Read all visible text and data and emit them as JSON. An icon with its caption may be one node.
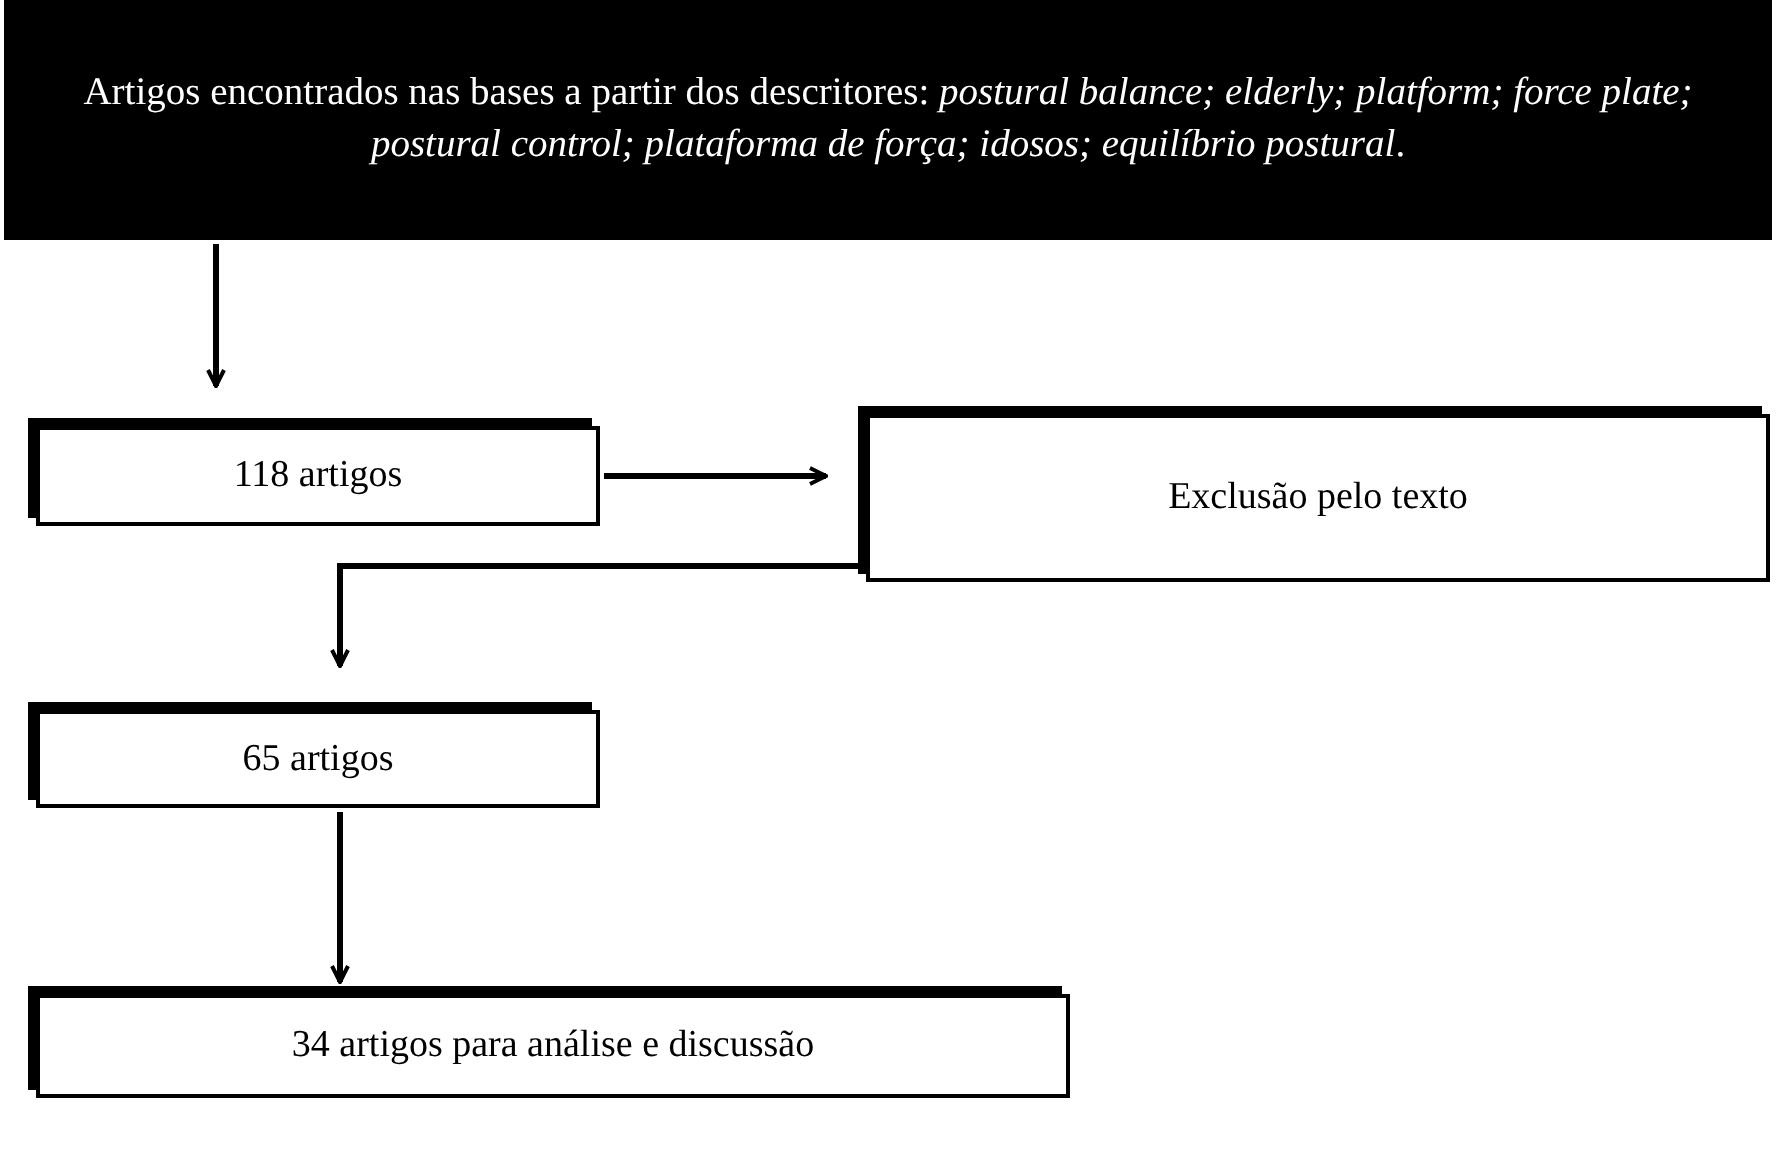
{
  "diagram": {
    "nodes": [
      {
        "text": [
          "Artigos encontrados nas bases a partir dos descritores: *postural balance; elderly; platform; force plate; postural control; plataforma de força; idosos; equilíbrio postural*."
        ]
      },
      {
        "text": [
          "118 artigos"
        ]
      },
      {
        "text": [
          "Exclusão pelo texto"
        ]
      },
      {
        "text": [
          "65 artigos"
        ]
      },
      {
        "text": [
          "34 artigos para análise e discussão"
        ]
      }
    ],
    "edges": [
      {
        "from": 0,
        "to": 1,
        "arrow": "to"
      },
      {
        "from": 1,
        "to": 2,
        "arrow": "to"
      },
      {
        "from": 2,
        "to": 3,
        "arrow": "to"
      },
      {
        "from": 3,
        "to": 4,
        "arrow": "to"
      }
    ]
  }
}
